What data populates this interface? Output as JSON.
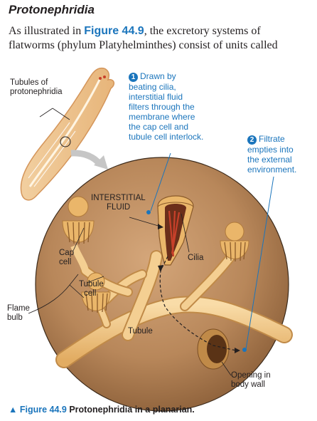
{
  "section": {
    "heading": "Protonephridia",
    "intro_before": "As illustrated in ",
    "intro_figure_ref": "Figure 44.9",
    "intro_after": ", the excretory systems of flatworms (phylum Platyhelminthes) consist of units called"
  },
  "figure": {
    "labels": {
      "tubules_line1": "Tubules of",
      "tubules_line2": "protonephridia",
      "interstitial_line1": "INTERSTITIAL",
      "interstitial_line2": "FLUID",
      "cilia": "Cilia",
      "cap_line1": "Cap",
      "cap_line2": "cell",
      "tubule_cell_line1": "Tubule",
      "tubule_cell_line2": "cell",
      "flame_line1": "Flame",
      "flame_line2": "bulb",
      "tubule": "Tubule",
      "opening_line1": "Opening in",
      "opening_line2": "body wall"
    },
    "steps": [
      {
        "number": "1",
        "lines": [
          "Drawn by",
          "beating cilia,",
          "interstitial fluid",
          "filters through the",
          "membrane where",
          "the cap cell and",
          "tubule cell interlock."
        ]
      },
      {
        "number": "2",
        "lines": [
          "Filtrate",
          "empties into",
          "the external",
          "environment."
        ]
      }
    ],
    "caption": {
      "marker": "▲",
      "figure_number": "Figure 44.9",
      "text": "Protonephridia in a planarian."
    },
    "colors": {
      "accent_blue": "#1b75bc",
      "tissue_background": "#b8875a",
      "tubule_tan": "#f2c98a",
      "cilia_red": "#c8402a"
    }
  }
}
